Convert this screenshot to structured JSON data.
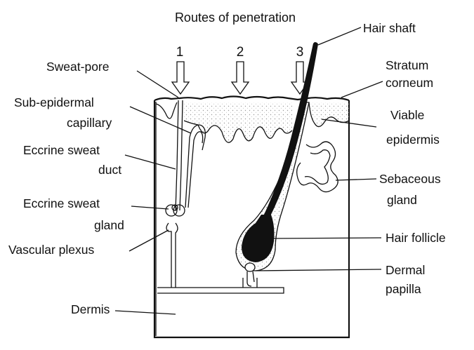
{
  "title": "Routes of penetration",
  "routes": [
    "1",
    "2",
    "3"
  ],
  "labels": {
    "hair_shaft": "Hair shaft",
    "sweat_pore": "Sweat-pore",
    "stratum_corneum": [
      "Stratum",
      "corneum"
    ],
    "sub_epidermal_capillary": [
      "Sub-epidermal",
      "capillary"
    ],
    "viable_epidermis": [
      "Viable",
      "epidermis"
    ],
    "eccrine_sweat_duct": [
      "Eccrine sweat",
      "duct"
    ],
    "sebaceous_gland": [
      "Sebaceous",
      "gland"
    ],
    "eccrine_sweat_gland": [
      "Eccrine sweat",
      "gland"
    ],
    "hair_follicle": "Hair follicle",
    "vascular_plexus": "Vascular plexus",
    "dermal_papilla": [
      "Dermal",
      "papilla"
    ],
    "dermis": "Dermis"
  },
  "colors": {
    "ink": "#111111",
    "stipple": "#cfcfcf",
    "background": "#ffffff"
  }
}
